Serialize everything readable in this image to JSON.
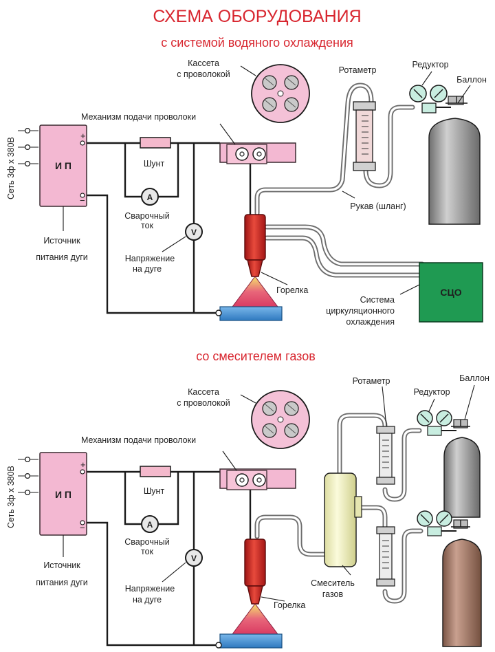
{
  "title": "СХЕМА ОБОРУДОВАНИЯ",
  "subtitle": "с системой водяного охлаждения",
  "section2_title": "со смесителем газов",
  "colors": {
    "heading": "#d8262f",
    "power_supply": "#f3b8d2",
    "torch": "#d42f2f",
    "cooling_unit": "#1f9a52",
    "gas_mixer": "#f7f6c5",
    "cylinder_steel": "#9a9a9a",
    "cylinder_brown": "#a0796a",
    "workpiece": "#3f8fd1"
  },
  "top": {
    "mains": "Сеть 3ф х 380В",
    "power_box": "И П",
    "power_caption": [
      "Источник",
      "питания дуги"
    ],
    "cassette": [
      "Кассета",
      "с проволокой"
    ],
    "feeder": "Механизм подачи проволоки",
    "shunt": "Шунт",
    "ammeter": "A",
    "current": [
      "Сварочный",
      "ток"
    ],
    "voltmeter": "V",
    "voltage": [
      "Напряжение",
      "на дуге"
    ],
    "torch": "Горелка",
    "rotameter": "Ротаметр",
    "reducer": "Редуктор",
    "cylinder": "Баллон",
    "hose": "Рукав (шланг)",
    "cooling_box": "СЦО",
    "cooling_caption": [
      "Система",
      "циркуляционного",
      "охлаждения"
    ]
  },
  "bottom": {
    "mains": "Сеть 3ф х 380В",
    "power_box": "И П",
    "power_caption": [
      "Источник",
      "питания дуги"
    ],
    "cassette": [
      "Кассета",
      "с проволокой"
    ],
    "feeder": "Механизм подачи проволоки",
    "shunt": "Шунт",
    "ammeter": "A",
    "current": [
      "Сварочный",
      "ток"
    ],
    "voltmeter": "V",
    "voltage": [
      "Напряжение",
      "на дуге"
    ],
    "torch": "Горелка",
    "rotameter": "Ротаметр",
    "reducer": "Редуктор",
    "cylinder": "Баллон",
    "mixer": [
      "Смеситель",
      "газов"
    ]
  }
}
